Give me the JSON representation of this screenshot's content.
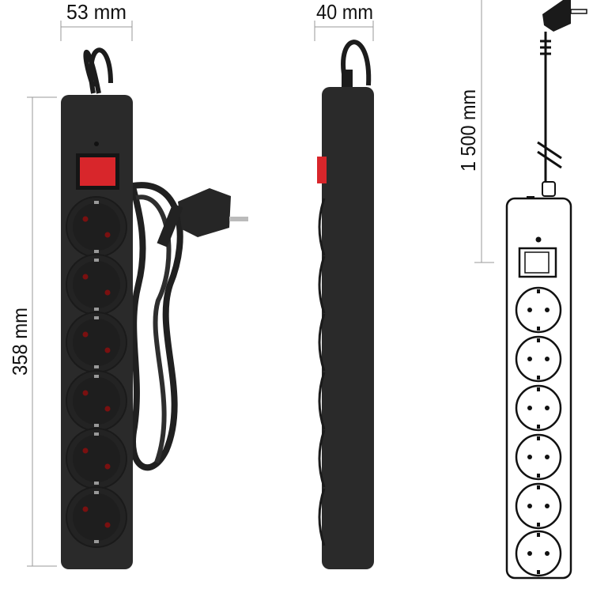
{
  "dimensions": {
    "width": "53 mm",
    "depth": "40 mm",
    "length": "358 mm",
    "cable_length": "1 500 mm"
  },
  "colors": {
    "body": "#2a2a2a",
    "switch": "#d8262b",
    "dimension_line": "#9a9a9a",
    "outline": "#111111"
  }
}
